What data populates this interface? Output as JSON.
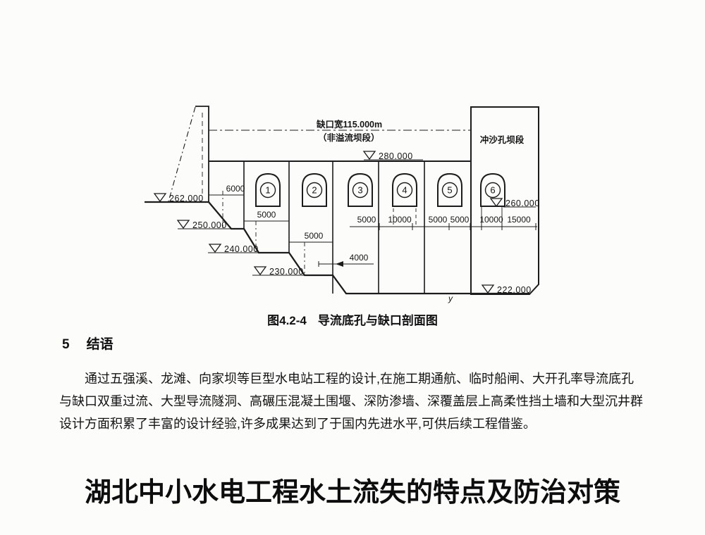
{
  "figure": {
    "caption": {
      "number": "图4.2-4",
      "title": "导流底孔与缺口剖面图"
    },
    "labels": {
      "gap_width": "缺口宽115.000m",
      "gap_section": "（非溢流坝段）",
      "sand_section": "冲沙孔坝段",
      "y_mark": "y"
    },
    "elevations": [
      "262.000",
      "250.000",
      "240.000",
      "230.000",
      "280.000",
      "260.000",
      "222.000"
    ],
    "dims_left": [
      "6000",
      "5000",
      "5000",
      "4000"
    ],
    "dims_row": [
      "5000",
      "10000",
      "5000",
      "5000",
      "10000",
      "15000"
    ],
    "hole_numbers": [
      "1",
      "2",
      "3",
      "4",
      "5",
      "6"
    ]
  },
  "conclusion": {
    "number": "5",
    "title": "结语",
    "lines": [
      "通过五强溪、龙滩、向家坝等巨型水电站工程的设计,在施工期通航、临时船闸、大开孔率导流底孔",
      "与缺口双重过流、大型导流隧洞、高碾压混凝土围堰、深防渗墙、深覆盖层上高柔性挡土墙和大型沉井群",
      "设计方面积累了丰富的设计经验,许多成果达到了于国内先进水平,可供后续工程借鉴。"
    ]
  },
  "next_article_title": "湖北中小水电工程水土流失的特点及防治对策"
}
